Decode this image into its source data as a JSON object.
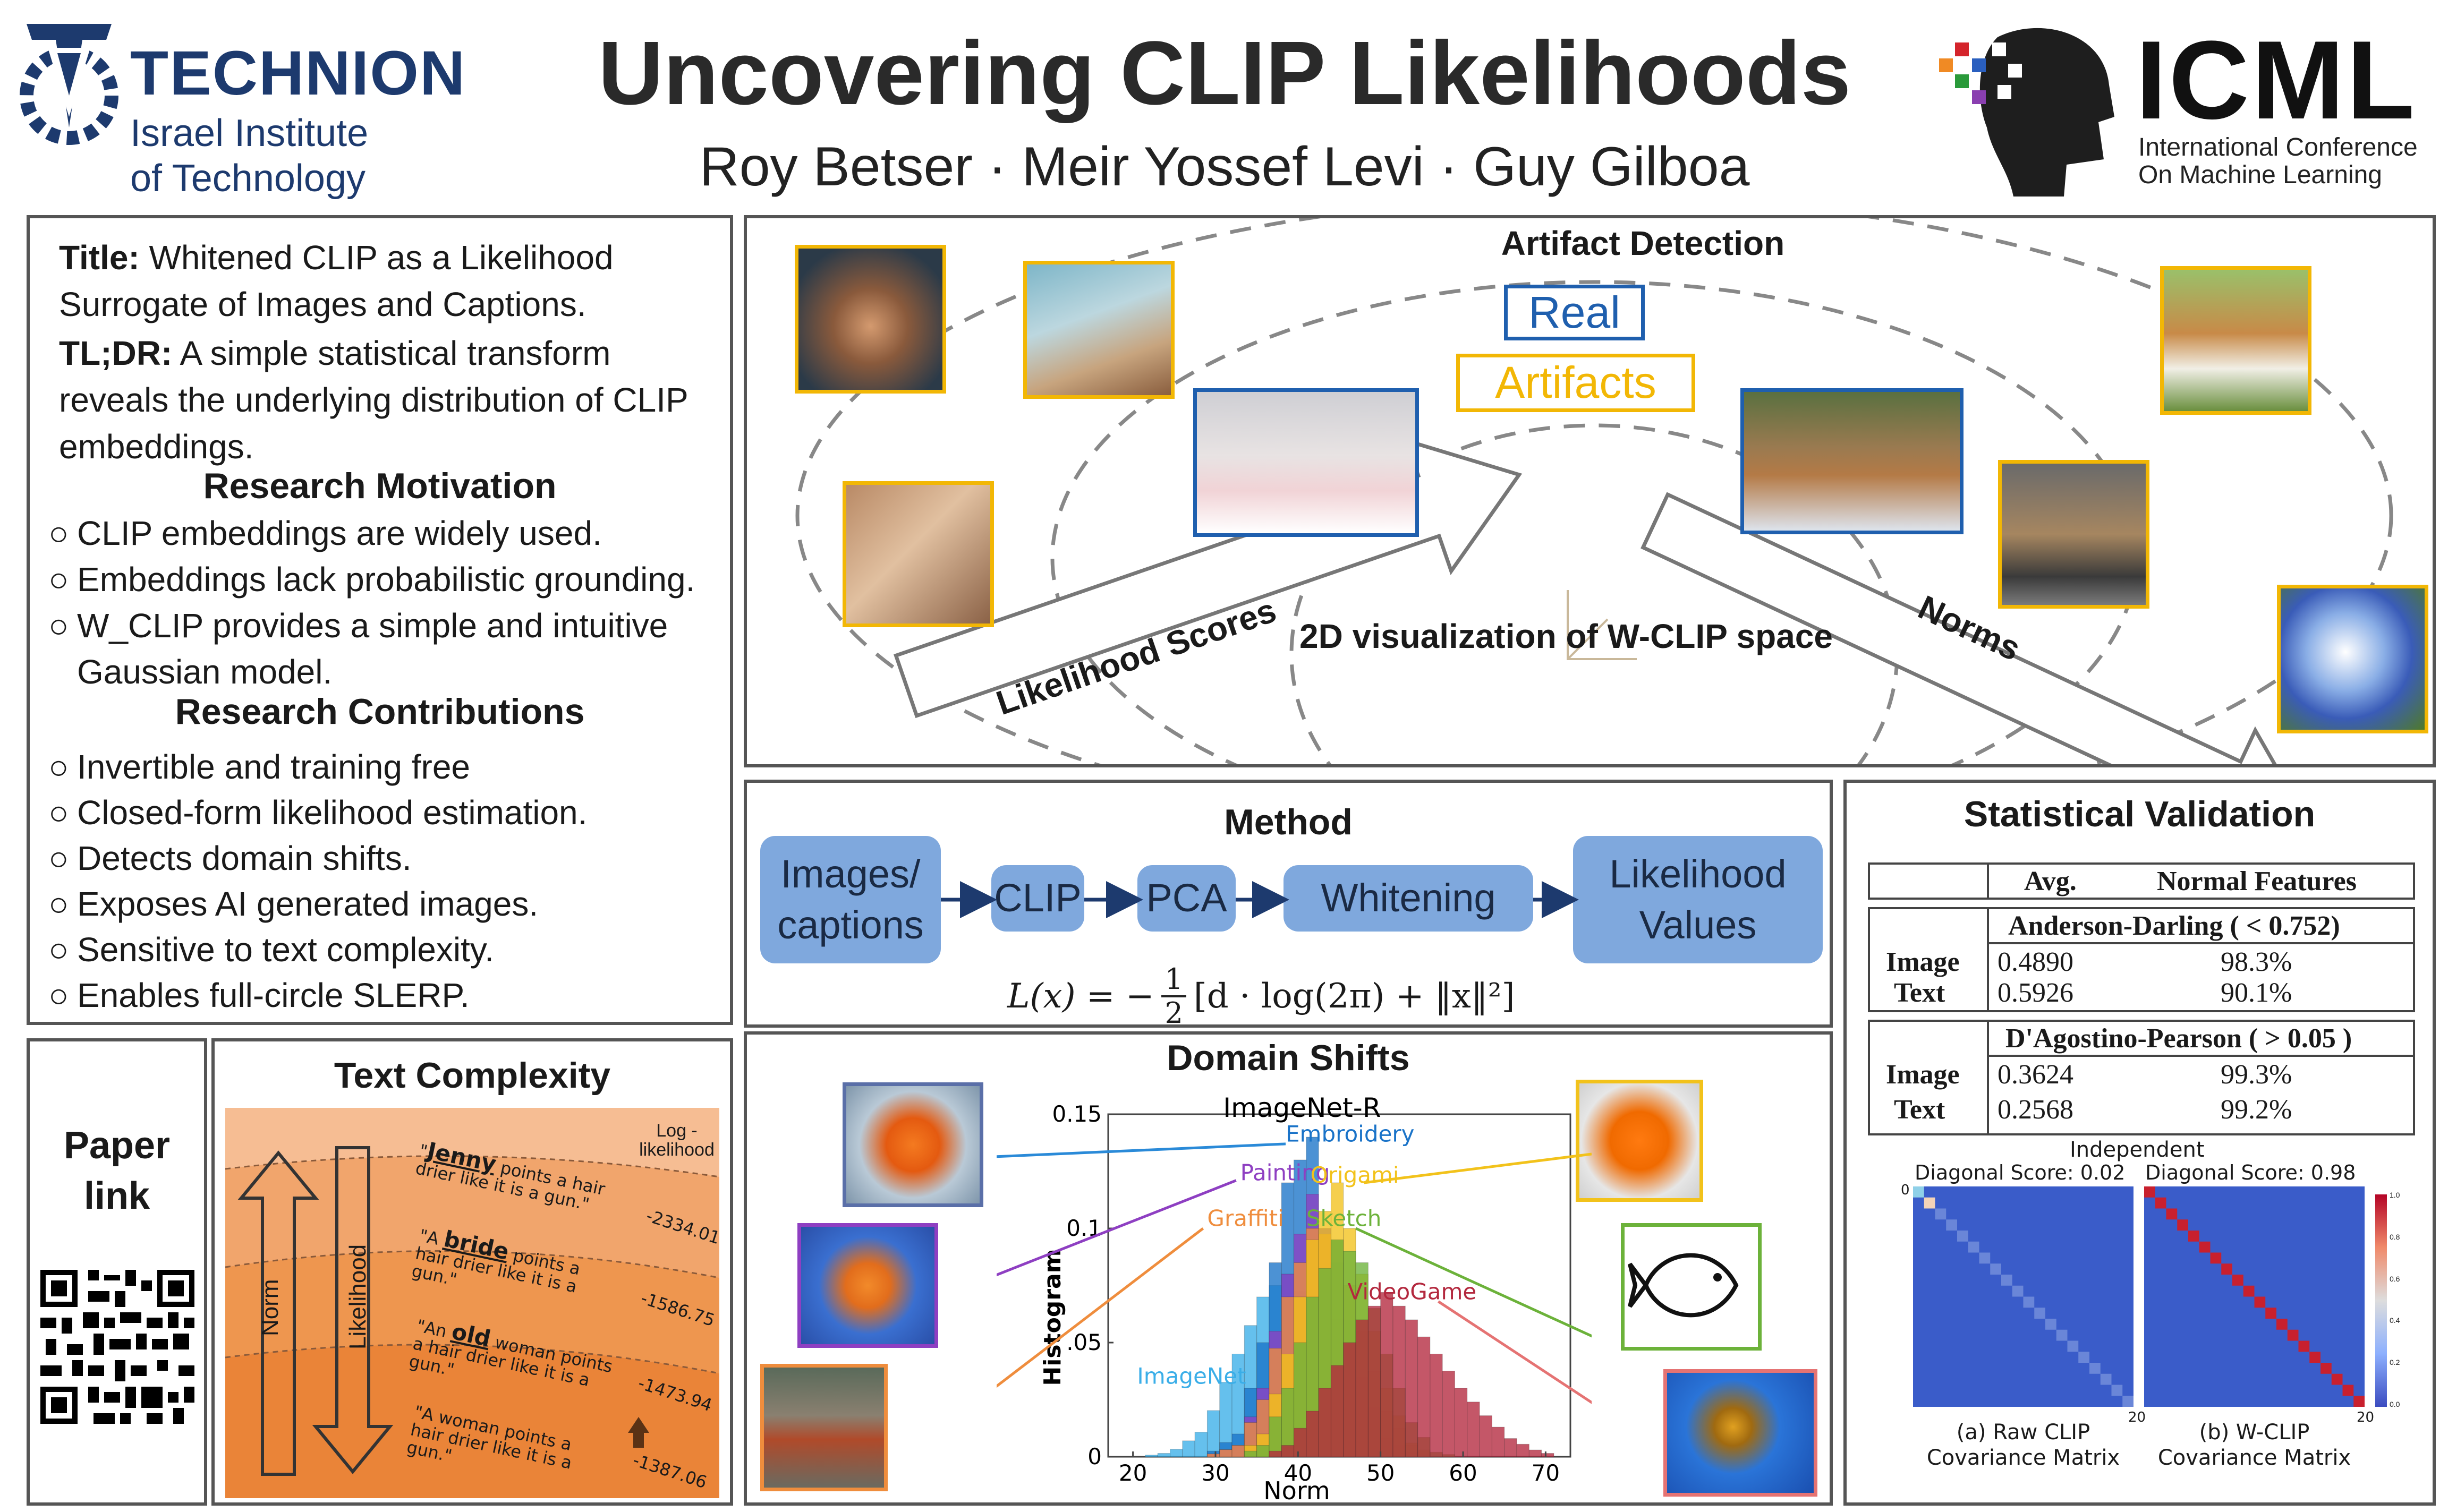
{
  "header": {
    "title": "Uncovering CLIP Likelihoods",
    "authors": "Roy Betser · Meir Yossef Levi · Guy Gilboa",
    "technion": {
      "name": "TECHNION",
      "line1": "Israel Institute",
      "line2": "of Technology"
    },
    "icml": {
      "name": "ICML",
      "line1": "International Conference",
      "line2": "On Machine Learning"
    }
  },
  "summary": {
    "title_label": "Title:",
    "title_text": "Whitened CLIP as a Likelihood Surrogate of Images and Captions.",
    "tldr_label": "TL;DR:",
    "tldr_text": "A simple statistical transform reveals the underlying distribution of CLIP embeddings.",
    "motivation_heading": "Research Motivation",
    "motivation": [
      "CLIP embeddings are widely used.",
      "Embeddings lack probabilistic grounding.",
      "W_CLIP provides a simple and intuitive Gaussian model."
    ],
    "contributions_heading": "Research Contributions",
    "contributions": [
      "Invertible and training free",
      "Closed-form likelihood estimation.",
      "Detects domain shifts.",
      "Exposes AI generated images.",
      "Sensitive to text complexity.",
      "Enables full-circle SLERP."
    ]
  },
  "paper_link": {
    "line1": "Paper",
    "line2": "link"
  },
  "text_complexity": {
    "heading": "Text Complexity",
    "norm_label": "Norm",
    "likelihood_label": "Likelihood",
    "axis_label": "Log - likelihood",
    "captions": [
      {
        "pre": "\"",
        "highlight": "Jenny",
        "post": " points a hair drier like it is a gun.\"",
        "score": "-2334.01"
      },
      {
        "pre": "\"A ",
        "highlight": "bride",
        "post": " points a hair drier like it is a gun.\"",
        "score": "-1586.75"
      },
      {
        "pre": "\"An ",
        "highlight": "old",
        "post": " woman points a hair drier like it is a gun.\"",
        "score": "-1473.94"
      },
      {
        "pre": "\"A woman points a hair drier like it is a gun.\"",
        "highlight": "",
        "post": "",
        "score": "-1387.06"
      }
    ]
  },
  "artifact": {
    "heading": "Artifact Detection",
    "real_label": "Real",
    "artifacts_label": "Artifacts",
    "likelihood_arrow": "Likelihood Scores",
    "norms_arrow": "Norms",
    "space_label": "2D visualization of W-CLIP space",
    "colors": {
      "real": "#1f5fae",
      "artifacts": "#f2b705"
    }
  },
  "method": {
    "heading": "Method",
    "steps": [
      "Images/ captions",
      "CLIP",
      "PCA",
      "Whitening",
      "Likelihood Values"
    ],
    "formula_lhs": "L(x) = −",
    "formula_num": "1",
    "formula_den": "2",
    "formula_rhs": "[d · log(2π) + ‖x‖²]"
  },
  "stat_validation": {
    "heading": "Statistical Validation",
    "col_avg": "Avg.",
    "col_normal": "Normal Features",
    "tests": [
      {
        "name": "Anderson-Darling ( < 0.752)",
        "rows": [
          {
            "label": "Image",
            "avg": "0.4890",
            "pct": "98.3%"
          },
          {
            "label": "Text",
            "avg": "0.5926",
            "pct": "90.1%"
          }
        ]
      },
      {
        "name": "D'Agostino-Pearson ( > 0.05 )",
        "rows": [
          {
            "label": "Image",
            "avg": "0.3624",
            "pct": "99.3%"
          },
          {
            "label": "Text",
            "avg": "0.2568",
            "pct": "99.2%"
          }
        ]
      }
    ],
    "independent_label": "Independent",
    "raw": {
      "score": "Diagonal Score: 0.02",
      "caption1": "(a) Raw CLIP",
      "caption2": "Covariance Matrix"
    },
    "wclip": {
      "score": "Diagonal Score: 0.98",
      "caption1": "(b) W-CLIP",
      "caption2": "Covariance Matrix"
    },
    "tick_0": "0",
    "tick_20": "20",
    "colorbar_ticks": [
      "1.0",
      "0.8",
      "0.6",
      "0.4",
      "0.2",
      "0.0"
    ]
  },
  "domain_shifts": {
    "heading": "Domain Shifts",
    "xlabel": "Norm",
    "ylabel": "Histogram"
  },
  "chart_data": {
    "type": "area",
    "title": "ImageNet-R",
    "xlabel": "Norm",
    "ylabel": "Histogram",
    "xlim": [
      17,
      73
    ],
    "ylim": [
      0,
      0.15
    ],
    "x_ticks": [
      "20",
      "30",
      "40",
      "50",
      "60",
      "70"
    ],
    "y_ticks": [
      "0",
      ".05",
      "0.1",
      "0.15"
    ],
    "x": [
      20,
      24,
      28,
      32,
      35,
      38,
      41,
      44,
      47,
      50,
      53,
      56,
      59,
      62,
      65,
      68,
      71
    ],
    "series": [
      {
        "name": "ImageNet",
        "color": "#3aaee8",
        "values": [
          0.0,
          0.002,
          0.012,
          0.045,
          0.07,
          0.08,
          0.065,
          0.04,
          0.02,
          0.008,
          0.002,
          0.0,
          0.0,
          0.0,
          0.0,
          0.0,
          0.0
        ]
      },
      {
        "name": "Embroidery",
        "color": "#1a73c8",
        "values": [
          0.0,
          0.0,
          0.0,
          0.01,
          0.05,
          0.12,
          0.14,
          0.06,
          0.015,
          0.002,
          0.0,
          0.0,
          0.0,
          0.0,
          0.0,
          0.0,
          0.0
        ]
      },
      {
        "name": "Painting",
        "color": "#8e3fc2",
        "values": [
          0.0,
          0.0,
          0.0,
          0.005,
          0.03,
          0.08,
          0.115,
          0.085,
          0.035,
          0.008,
          0.001,
          0.0,
          0.0,
          0.0,
          0.0,
          0.0,
          0.0
        ]
      },
      {
        "name": "Graffiti",
        "color": "#ef8d3d",
        "values": [
          0.0,
          0.0,
          0.0,
          0.005,
          0.025,
          0.07,
          0.1,
          0.095,
          0.055,
          0.02,
          0.005,
          0.0,
          0.0,
          0.0,
          0.0,
          0.0,
          0.0
        ]
      },
      {
        "name": "Origami",
        "color": "#f2c21b",
        "values": [
          0.0,
          0.0,
          0.0,
          0.0,
          0.01,
          0.045,
          0.095,
          0.12,
          0.08,
          0.03,
          0.006,
          0.0,
          0.0,
          0.0,
          0.0,
          0.0,
          0.0
        ]
      },
      {
        "name": "Sketch",
        "color": "#6cb23a",
        "values": [
          0.0,
          0.0,
          0.0,
          0.0,
          0.005,
          0.03,
          0.07,
          0.095,
          0.085,
          0.045,
          0.015,
          0.002,
          0.0,
          0.0,
          0.0,
          0.0,
          0.0
        ]
      },
      {
        "name": "VideoGame",
        "color": "#b3283e",
        "values": [
          0.0,
          0.0,
          0.0,
          0.0,
          0.0,
          0.005,
          0.02,
          0.04,
          0.06,
          0.072,
          0.06,
          0.045,
          0.03,
          0.018,
          0.008,
          0.003,
          0.0
        ]
      }
    ]
  }
}
